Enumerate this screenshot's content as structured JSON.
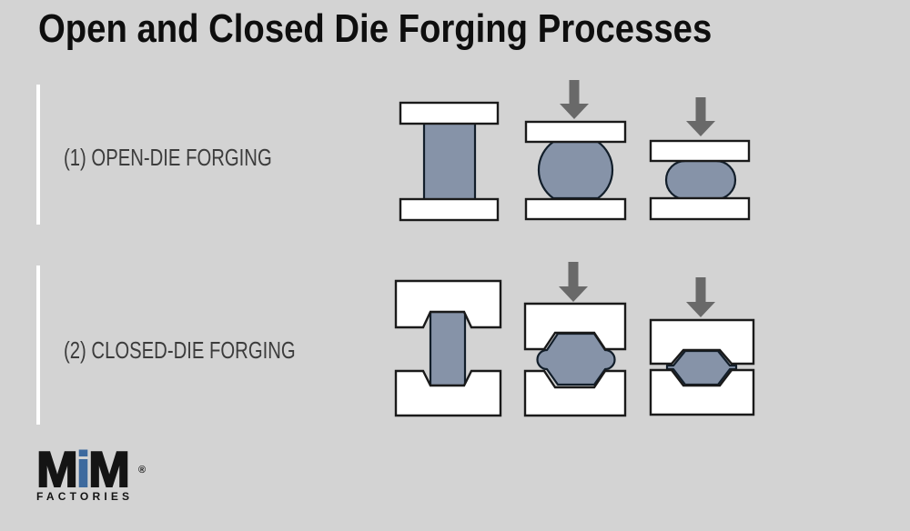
{
  "title": "Open and Closed Die Forging Processes",
  "sections": [
    {
      "id": "open-die",
      "label": "(1) OPEN-DIE FORGING"
    },
    {
      "id": "closed-die",
      "label": "(2) CLOSED-DIE FORGING"
    }
  ],
  "logo": {
    "m1": "M",
    "i": "i",
    "m2": "M",
    "registered": "®",
    "subtext": "FACTORIES"
  },
  "icons": {
    "press_arrow": "↓"
  },
  "colors": {
    "background": "#d3d3d3",
    "title_text": "#0e0e0e",
    "label_text": "#3c3c3c",
    "divider": "#ffffff",
    "die_fill": "#ffffff",
    "die_stroke": "#1a1a1a",
    "workpiece_fill": "#8693a8",
    "workpiece_stroke": "#121e2a",
    "arrow": "#696969",
    "logo_black": "#141414",
    "logo_blue": "#3d6a9e"
  }
}
